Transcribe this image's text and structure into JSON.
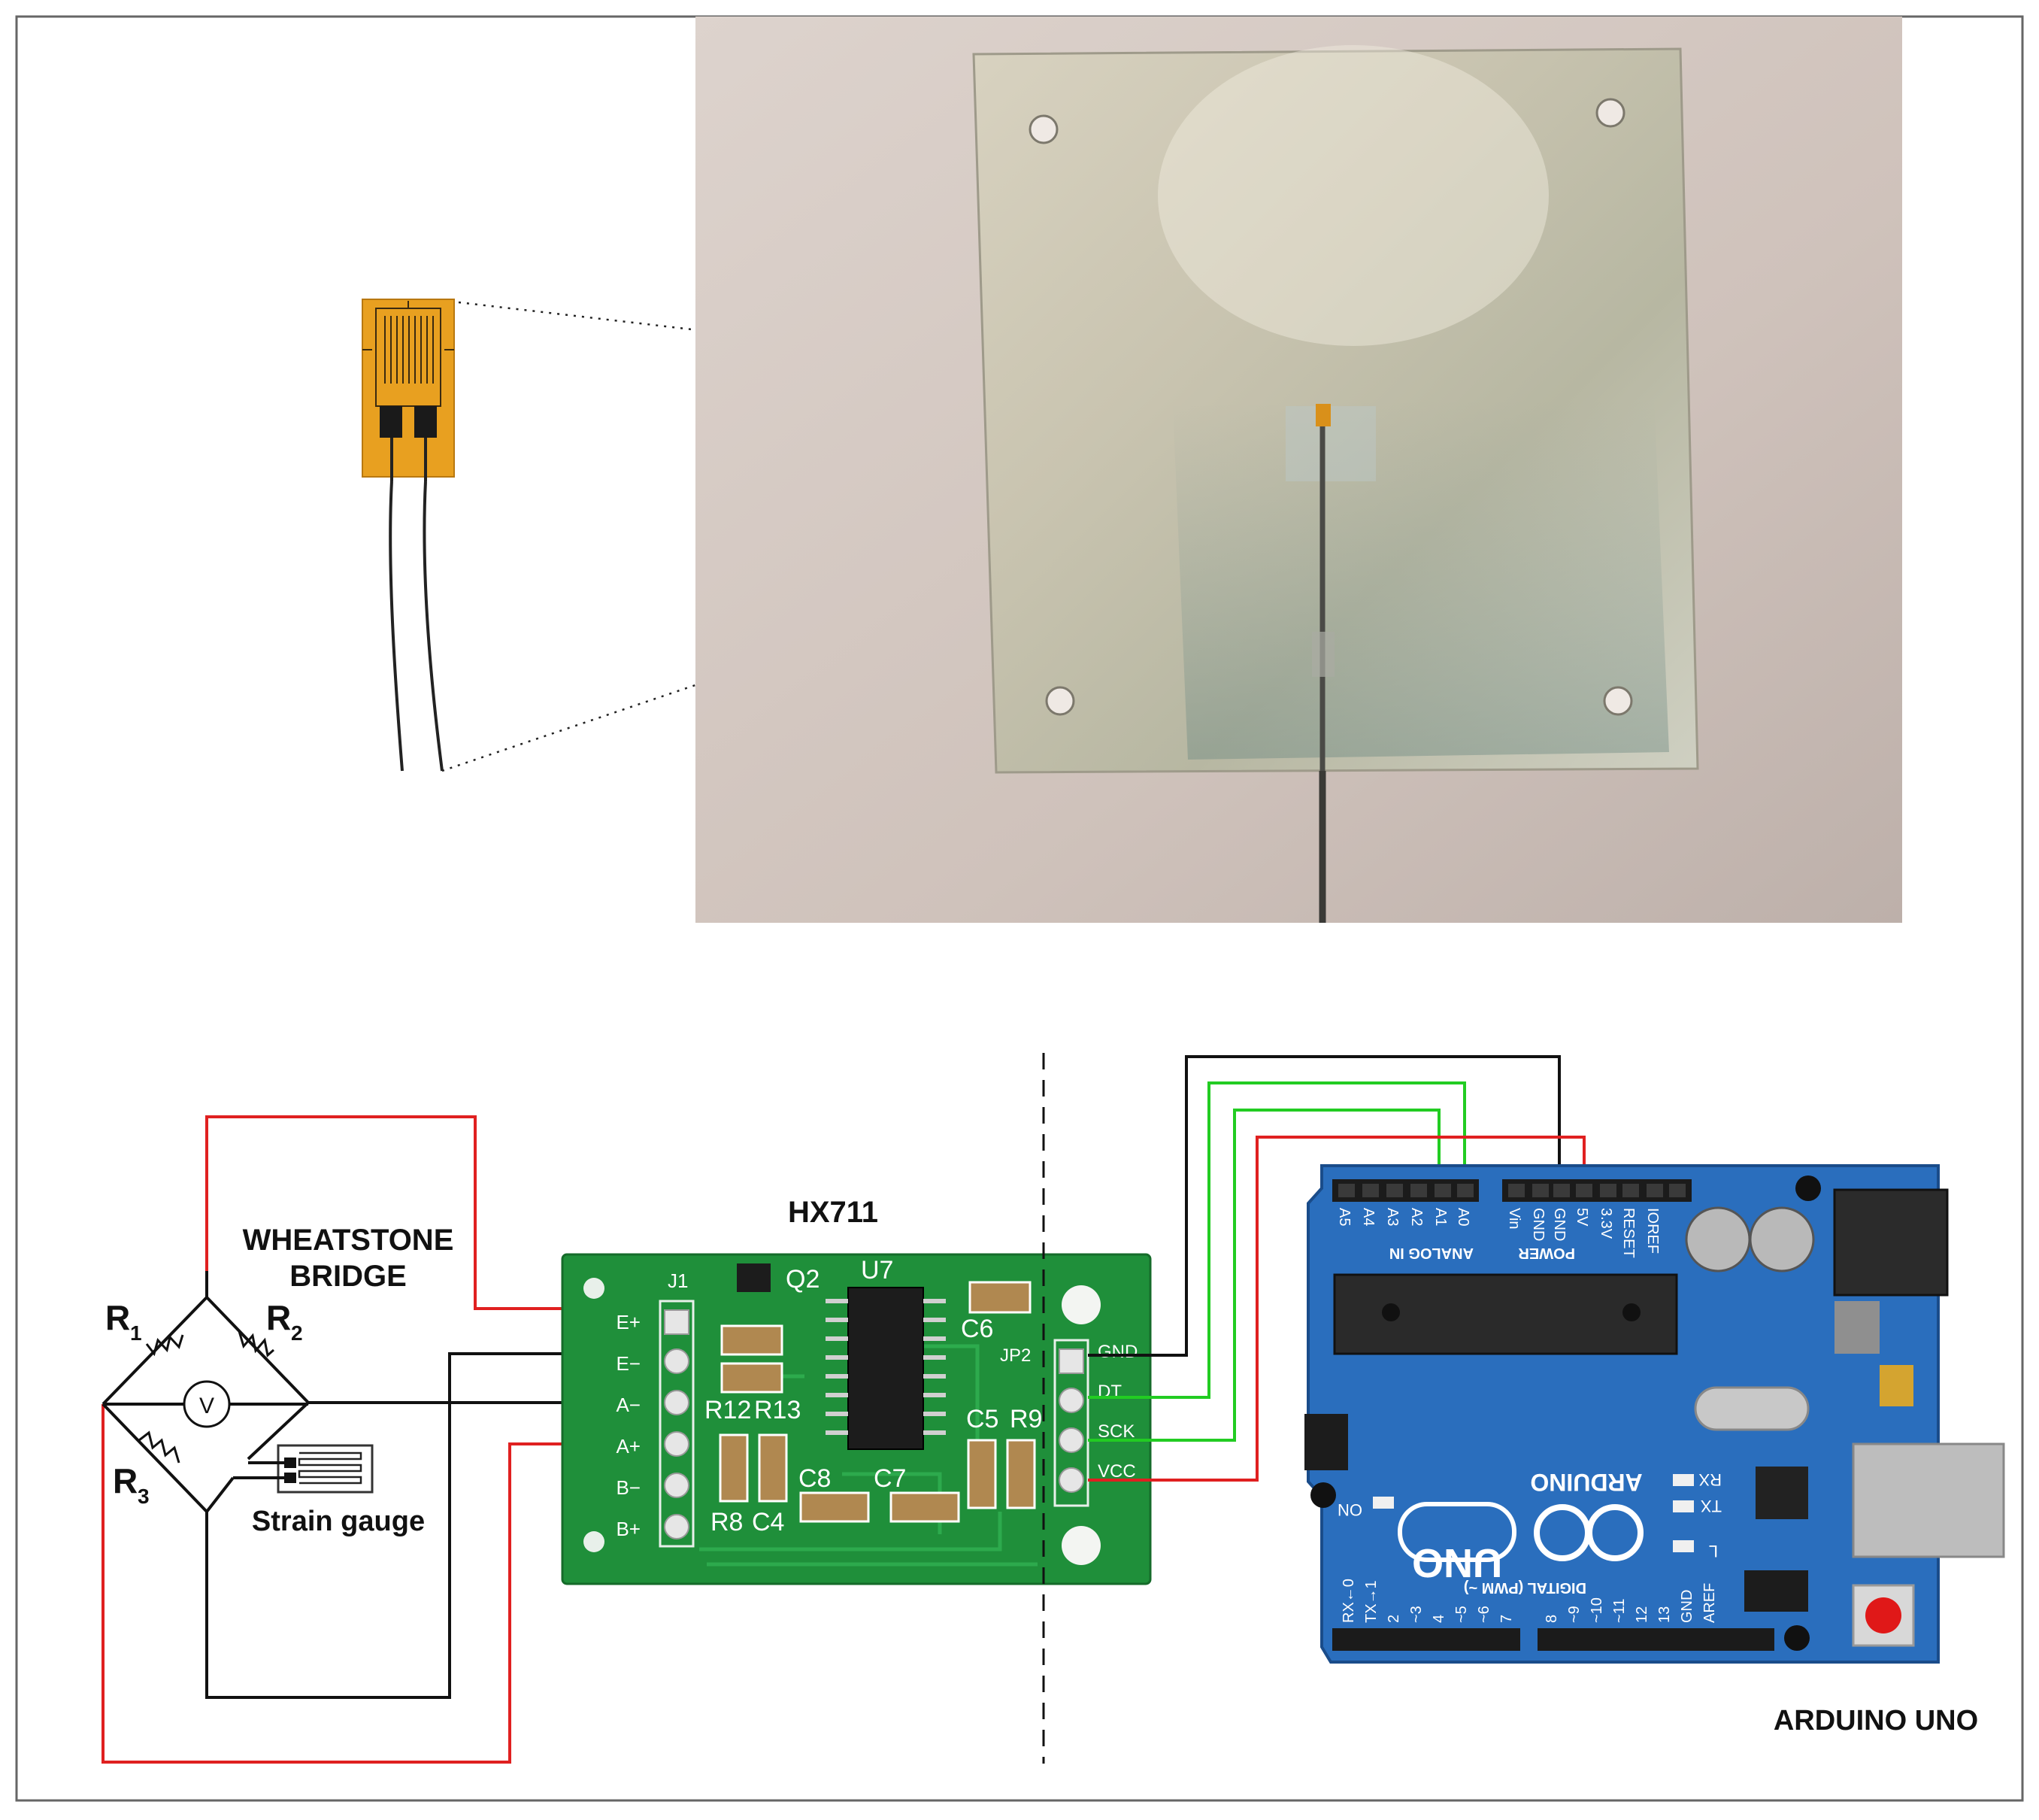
{
  "labels": {
    "wheatstone_line1": "WHEATSTONE",
    "wheatstone_line2": "BRIDGE",
    "r1_main": "R",
    "r1_sub": "1",
    "r2_main": "R",
    "r2_sub": "2",
    "r3_main": "R",
    "r3_sub": "3",
    "voltmeter": "V",
    "strain_gauge": "Strain gauge",
    "hx711_title": "HX711",
    "arduino_title": "ARDUINO UNO"
  },
  "hx711_board": {
    "header_j1": "J1",
    "header_jp2": "JP2",
    "q2": "Q2",
    "u7": "U7",
    "c6": "C6",
    "c5": "C5",
    "r9": "R9",
    "r12": "R12",
    "r13": "R13",
    "c8": "C8",
    "c7": "C7",
    "r8": "R8",
    "c4": "C4",
    "left_pins": [
      "E+",
      "E−",
      "A−",
      "A+",
      "B−",
      "B+"
    ],
    "right_pins": [
      "GND",
      "DT",
      "SCK",
      "VCC"
    ]
  },
  "arduino_board": {
    "analog_pins": [
      "A5",
      "A4",
      "A3",
      "A2",
      "A1",
      "A0"
    ],
    "power_pins": [
      "Vin",
      "GND",
      "GND",
      "5V",
      "3.3V",
      "RESET",
      "IOREF"
    ],
    "analog_header_label": "ANALOG IN",
    "power_header_label": "POWER",
    "brand": "ARDUINO",
    "model": "UNO",
    "on_label": "ON",
    "rx_label": "RX",
    "tx_label": "TX",
    "l_label": "L",
    "digital_header_label": "DIGITAL (PWM ~)",
    "digital_pins": [
      "RX←0",
      "TX→1",
      "2",
      "~3",
      "4",
      "~5",
      "~6",
      "7",
      "8",
      "~9",
      "~10",
      "~11",
      "12",
      "13",
      "GND",
      "AREF"
    ]
  },
  "colors": {
    "wire_red": "#e02020",
    "wire_black": "#111111",
    "wire_green": "#22cc22",
    "pcb_green": "#1f8f3a",
    "arduino_blue": "#2a6ebd",
    "gauge_gold": "#e8a020"
  }
}
